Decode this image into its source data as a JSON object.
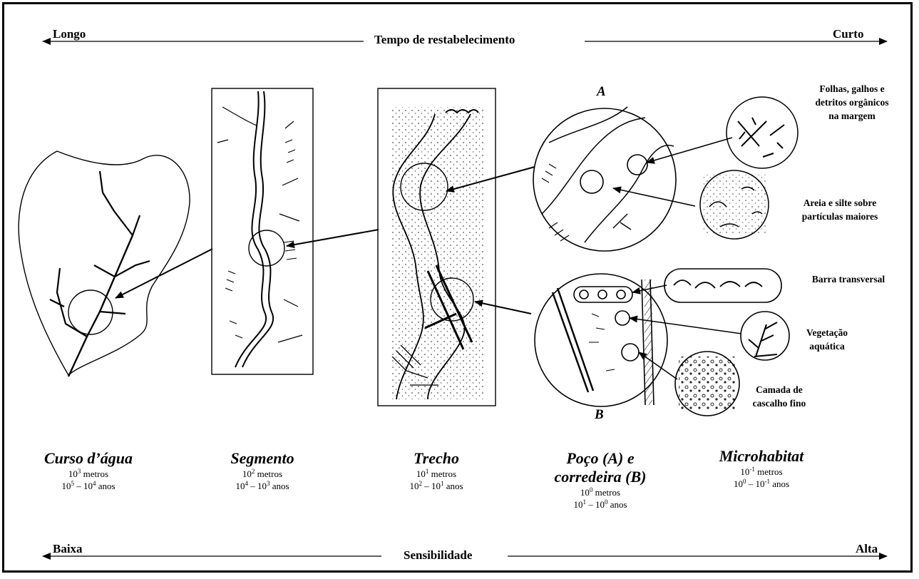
{
  "top_axis": {
    "left": "Longo",
    "title": "Tempo de restabelecimento",
    "right": "Curto"
  },
  "bottom_axis": {
    "left": "Baixa",
    "title": "Sensibilidade",
    "right": "Alta"
  },
  "scales": [
    {
      "name": "Curso d’água",
      "length_base": "10",
      "length_exp": "3",
      "length_unit": "metros",
      "time_a_base": "10",
      "time_a_exp": "5",
      "time_sep": " – ",
      "time_b_base": "10",
      "time_b_exp": "4",
      "time_unit": "anos"
    },
    {
      "name": "Segmento",
      "length_base": "10",
      "length_exp": "2",
      "length_unit": "metros",
      "time_a_base": "10",
      "time_a_exp": "4",
      "time_sep": " – ",
      "time_b_base": "10",
      "time_b_exp": "3",
      "time_unit": "anos"
    },
    {
      "name": "Trecho",
      "length_base": "10",
      "length_exp": "1",
      "length_unit": "metros",
      "time_a_base": "10",
      "time_a_exp": "2",
      "time_sep": " – ",
      "time_b_base": "10",
      "time_b_exp": "1",
      "time_unit": "anos"
    },
    {
      "name_line1": "Poço (A) e",
      "name_line2": "corredeira (B)",
      "length_base": "10",
      "length_exp": "0",
      "length_unit": "metros",
      "time_a_base": "10",
      "time_a_exp": "1",
      "time_sep": " – ",
      "time_b_base": "10",
      "time_b_exp": "0",
      "time_unit": "anos"
    },
    {
      "name": "Microhabitat",
      "length_base": "10",
      "length_exp": "-1",
      "length_unit": "metros",
      "time_a_base": "10",
      "time_a_exp": "0",
      "time_sep": " – ",
      "time_b_base": "10",
      "time_b_exp": "-1",
      "time_unit": "anos"
    }
  ],
  "pool_labels": {
    "a": "A",
    "b": "B"
  },
  "microhabitats": {
    "leaves": [
      "Folhas, galhos e",
      "detritos orgânicos",
      "na margem"
    ],
    "sand": [
      "Areia e silte sobre",
      "partículas maiores"
    ],
    "bar": [
      "Barra transversal"
    ],
    "vegetation": [
      "Vegetação",
      "aquática"
    ],
    "gravel": [
      "Camada de",
      "cascalho fino"
    ]
  }
}
